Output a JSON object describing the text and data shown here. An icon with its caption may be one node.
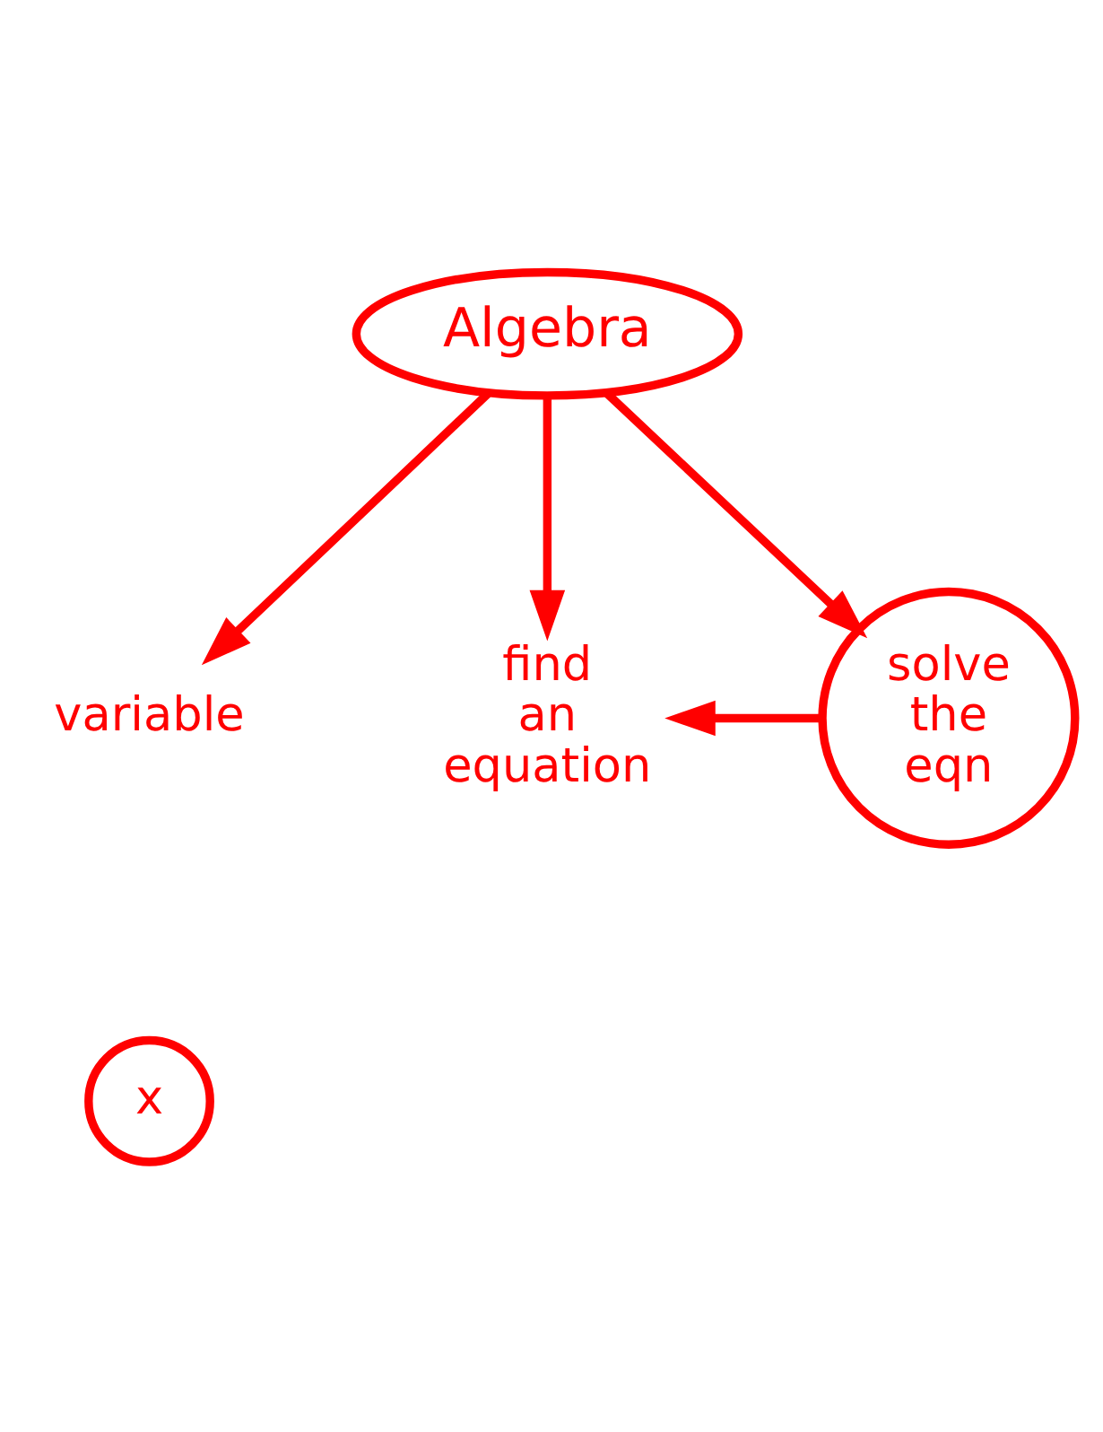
{
  "diagram": {
    "nodes": [
      {
        "text": [
          "Algebra"
        ]
      },
      {
        "text": [
          "variable"
        ]
      },
      {
        "text": [
          "x"
        ]
      },
      {
        "text": [
          "find an equation"
        ]
      },
      {
        "text": [
          "solve the eqn"
        ]
      }
    ],
    "edges": [
      {
        "from": 0,
        "to": 1,
        "arrow": "to"
      },
      {
        "from": 0,
        "to": 3,
        "arrow": "to"
      },
      {
        "from": 0,
        "to": 4,
        "arrow": "to"
      },
      {
        "from": 4,
        "to": 3,
        "arrow": "to"
      }
    ]
  }
}
